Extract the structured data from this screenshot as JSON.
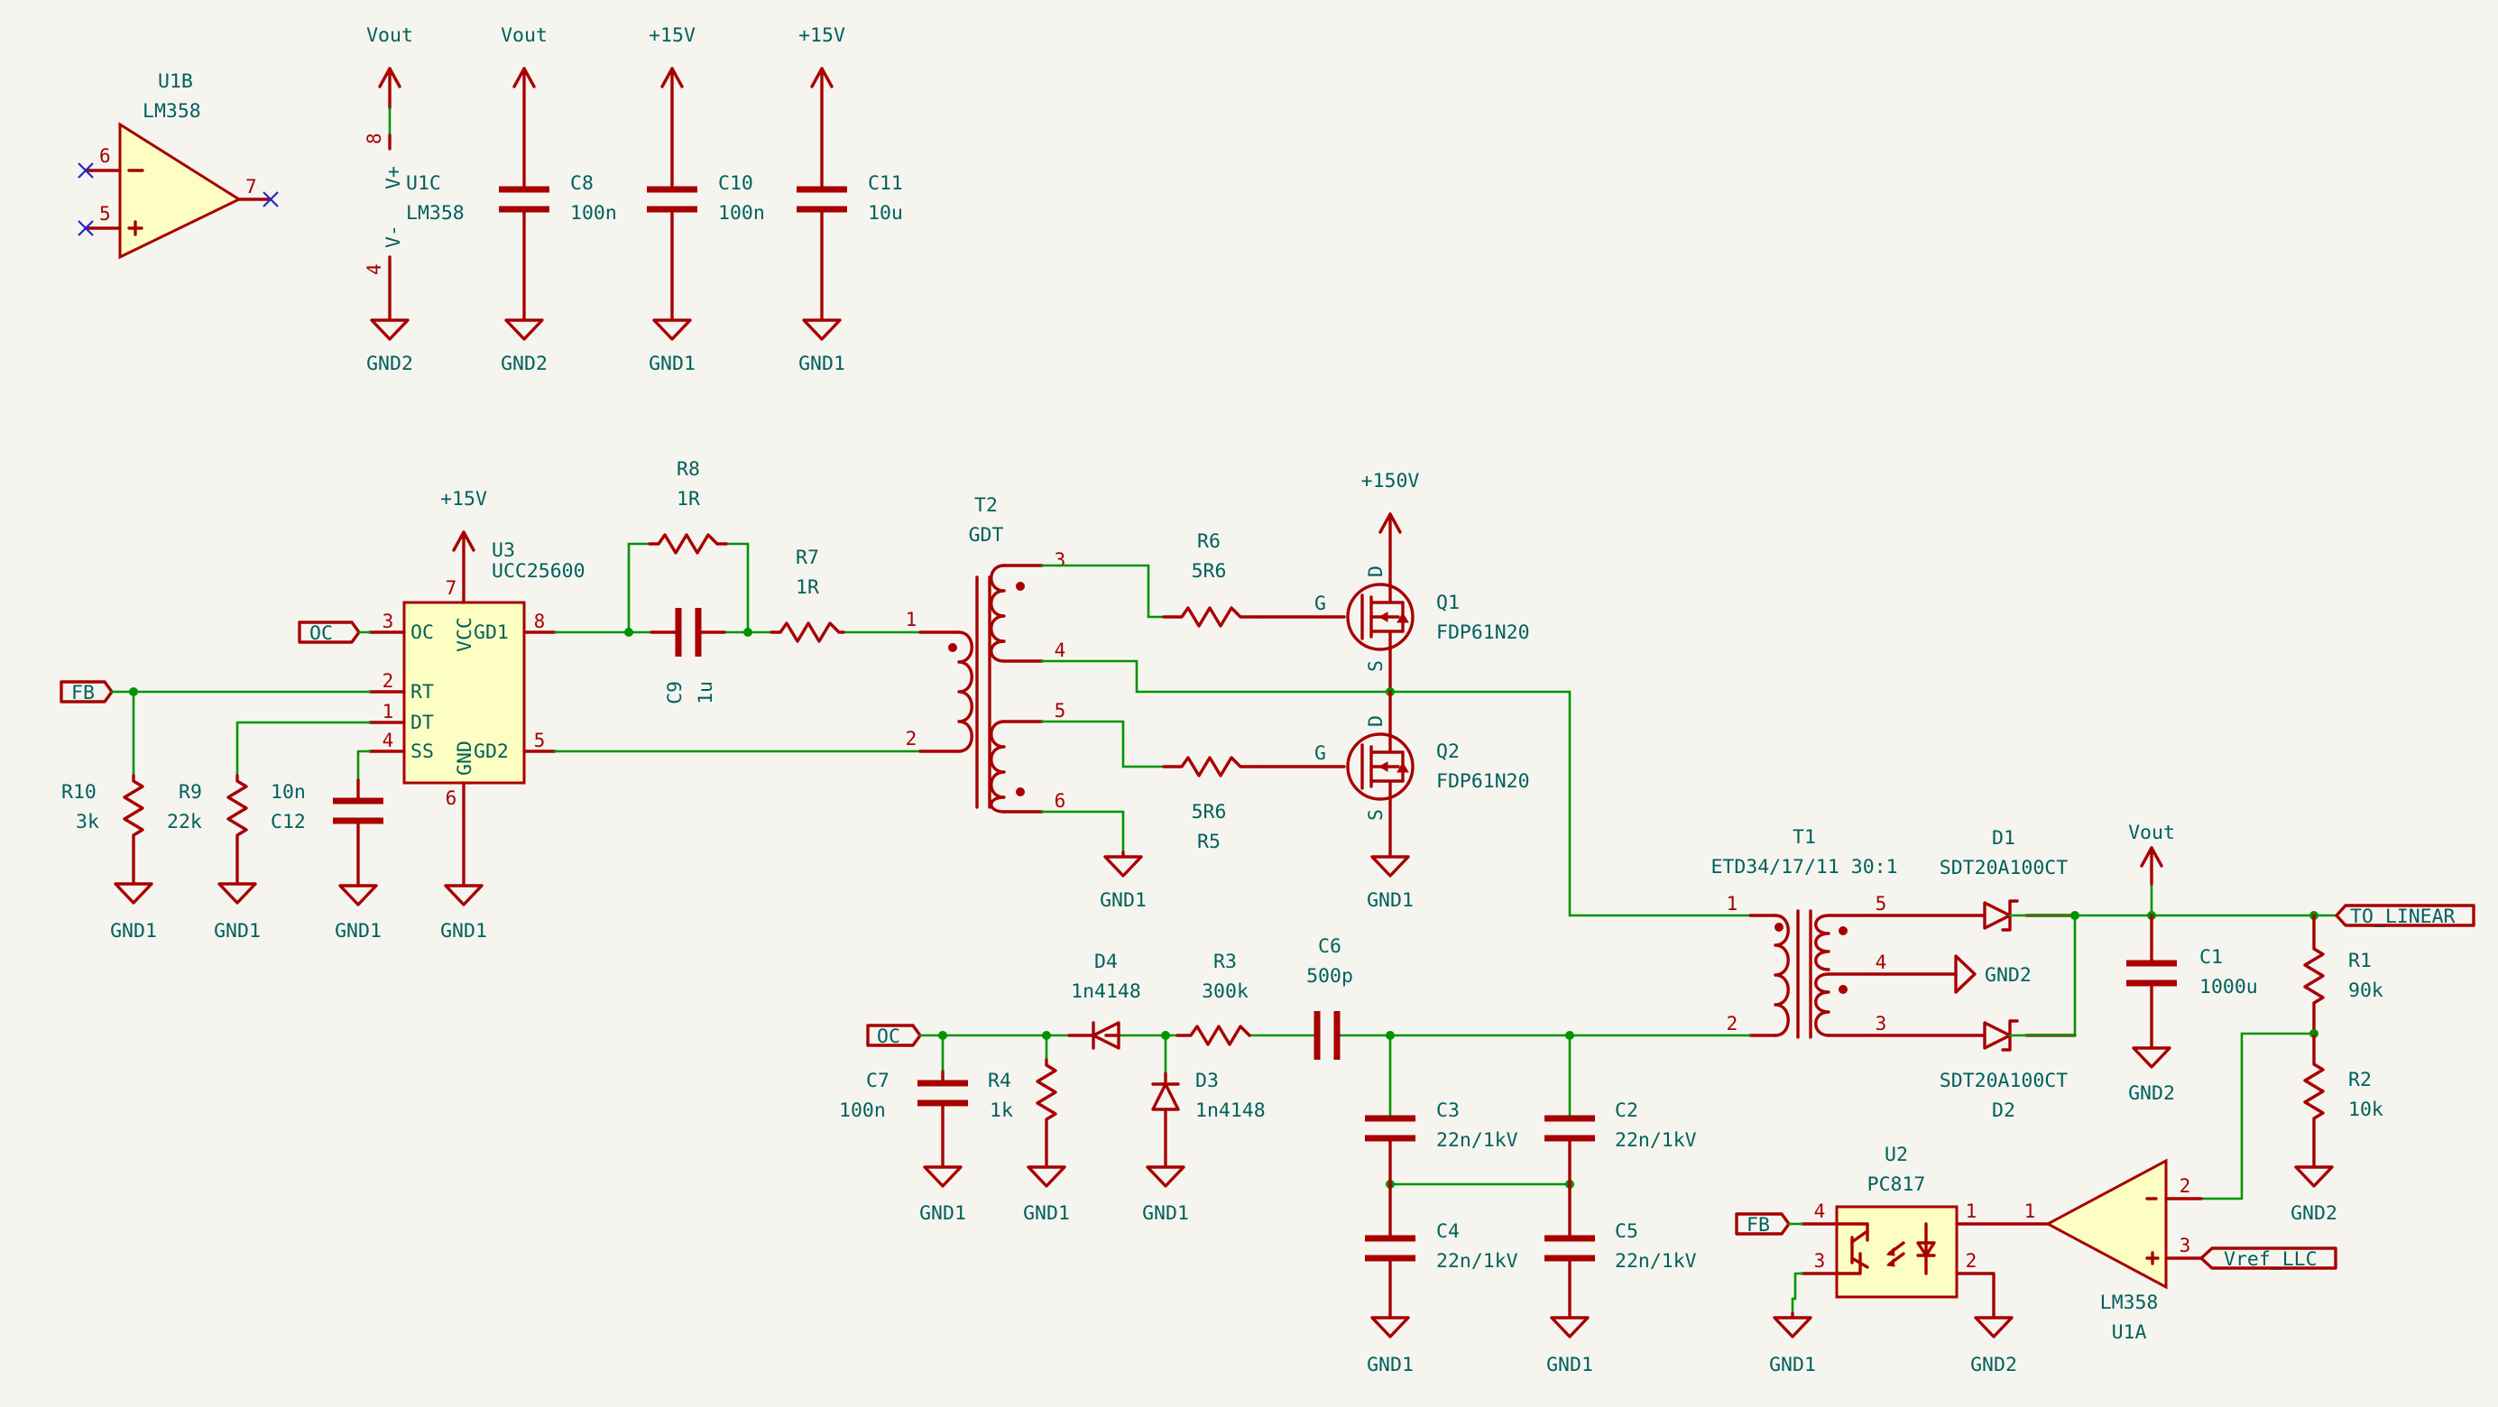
{
  "nets": {
    "vout": "Vout",
    "p15": "+15V",
    "p150": "+150V",
    "gnd1": "GND1",
    "gnd2": "GND2"
  },
  "labels": {
    "oc": "OC",
    "fb": "FB",
    "to_linear": "TO_LINEAR",
    "vref": "Vref_LLC"
  },
  "components": {
    "U1B": {
      "ref": "U1B",
      "value": "LM358",
      "pins": [
        "6",
        "5",
        "7"
      ]
    },
    "U1C": {
      "ref": "U1C",
      "value": "LM358",
      "pins": [
        "8",
        "4"
      ],
      "pin_names": [
        "V+",
        "V-"
      ]
    },
    "U1A": {
      "ref": "U1A",
      "value": "LM358",
      "pins": [
        "1",
        "2",
        "3"
      ]
    },
    "C8": {
      "ref": "C8",
      "value": "100n"
    },
    "C10": {
      "ref": "C10",
      "value": "100n"
    },
    "C11": {
      "ref": "C11",
      "value": "10u"
    },
    "U3": {
      "ref": "U3",
      "value": "UCC25600",
      "pins": [
        "3",
        "2",
        "1",
        "4",
        "7",
        "8",
        "5",
        "6"
      ],
      "pin_names": [
        "OC",
        "RT",
        "DT",
        "SS",
        "VCC",
        "GD1",
        "GD2",
        "GND"
      ]
    },
    "R8": {
      "ref": "R8",
      "value": "1R"
    },
    "R7": {
      "ref": "R7",
      "value": "1R"
    },
    "C9": {
      "ref": "C9",
      "value": "1u"
    },
    "R10": {
      "ref": "R10",
      "value": "3k"
    },
    "R9": {
      "ref": "R9",
      "value": "22k"
    },
    "C12": {
      "ref": "C12",
      "value": "10n"
    },
    "T2": {
      "ref": "T2",
      "value": "GDT",
      "pins": [
        "1",
        "2",
        "3",
        "4",
        "5",
        "6"
      ]
    },
    "R6": {
      "ref": "R6",
      "value": "5R6"
    },
    "R5": {
      "ref": "R5",
      "value": "5R6"
    },
    "Q1": {
      "ref": "Q1",
      "value": "FDP61N20"
    },
    "Q2": {
      "ref": "Q2",
      "value": "FDP61N20"
    },
    "mos_pins": {
      "g": "G",
      "d": "D",
      "s": "S"
    },
    "T1": {
      "ref": "T1",
      "value": "ETD34/17/11 30:1",
      "pins": [
        "1",
        "2",
        "5",
        "4",
        "3"
      ]
    },
    "D1": {
      "ref": "D1",
      "value": "SDT20A100CT"
    },
    "D2": {
      "ref": "D2",
      "value": "SDT20A100CT"
    },
    "C1": {
      "ref": "C1",
      "value": "1000u"
    },
    "R1": {
      "ref": "R1",
      "value": "90k"
    },
    "R2": {
      "ref": "R2",
      "value": "10k"
    },
    "D4": {
      "ref": "D4",
      "value": "1n4148"
    },
    "D3": {
      "ref": "D3",
      "value": "1n4148"
    },
    "R3": {
      "ref": "R3",
      "value": "300k"
    },
    "C6": {
      "ref": "C6",
      "value": "500p"
    },
    "C7": {
      "ref": "C7",
      "value": "100n"
    },
    "R4": {
      "ref": "R4",
      "value": "1k"
    },
    "C3": {
      "ref": "C3",
      "value": "22n/1kV"
    },
    "C2": {
      "ref": "C2",
      "value": "22n/1kV"
    },
    "C4": {
      "ref": "C4",
      "value": "22n/1kV"
    },
    "C5": {
      "ref": "C5",
      "value": "22n/1kV"
    },
    "U2": {
      "ref": "U2",
      "value": "PC817",
      "pins": [
        "4",
        "3",
        "1",
        "2"
      ]
    }
  },
  "colors": {
    "wire": "#009400",
    "component": "#a80000",
    "text": "#00615c",
    "body_fill": "#fdffc2",
    "no_connect": "#2525c8",
    "background": "#f5f4ef"
  }
}
